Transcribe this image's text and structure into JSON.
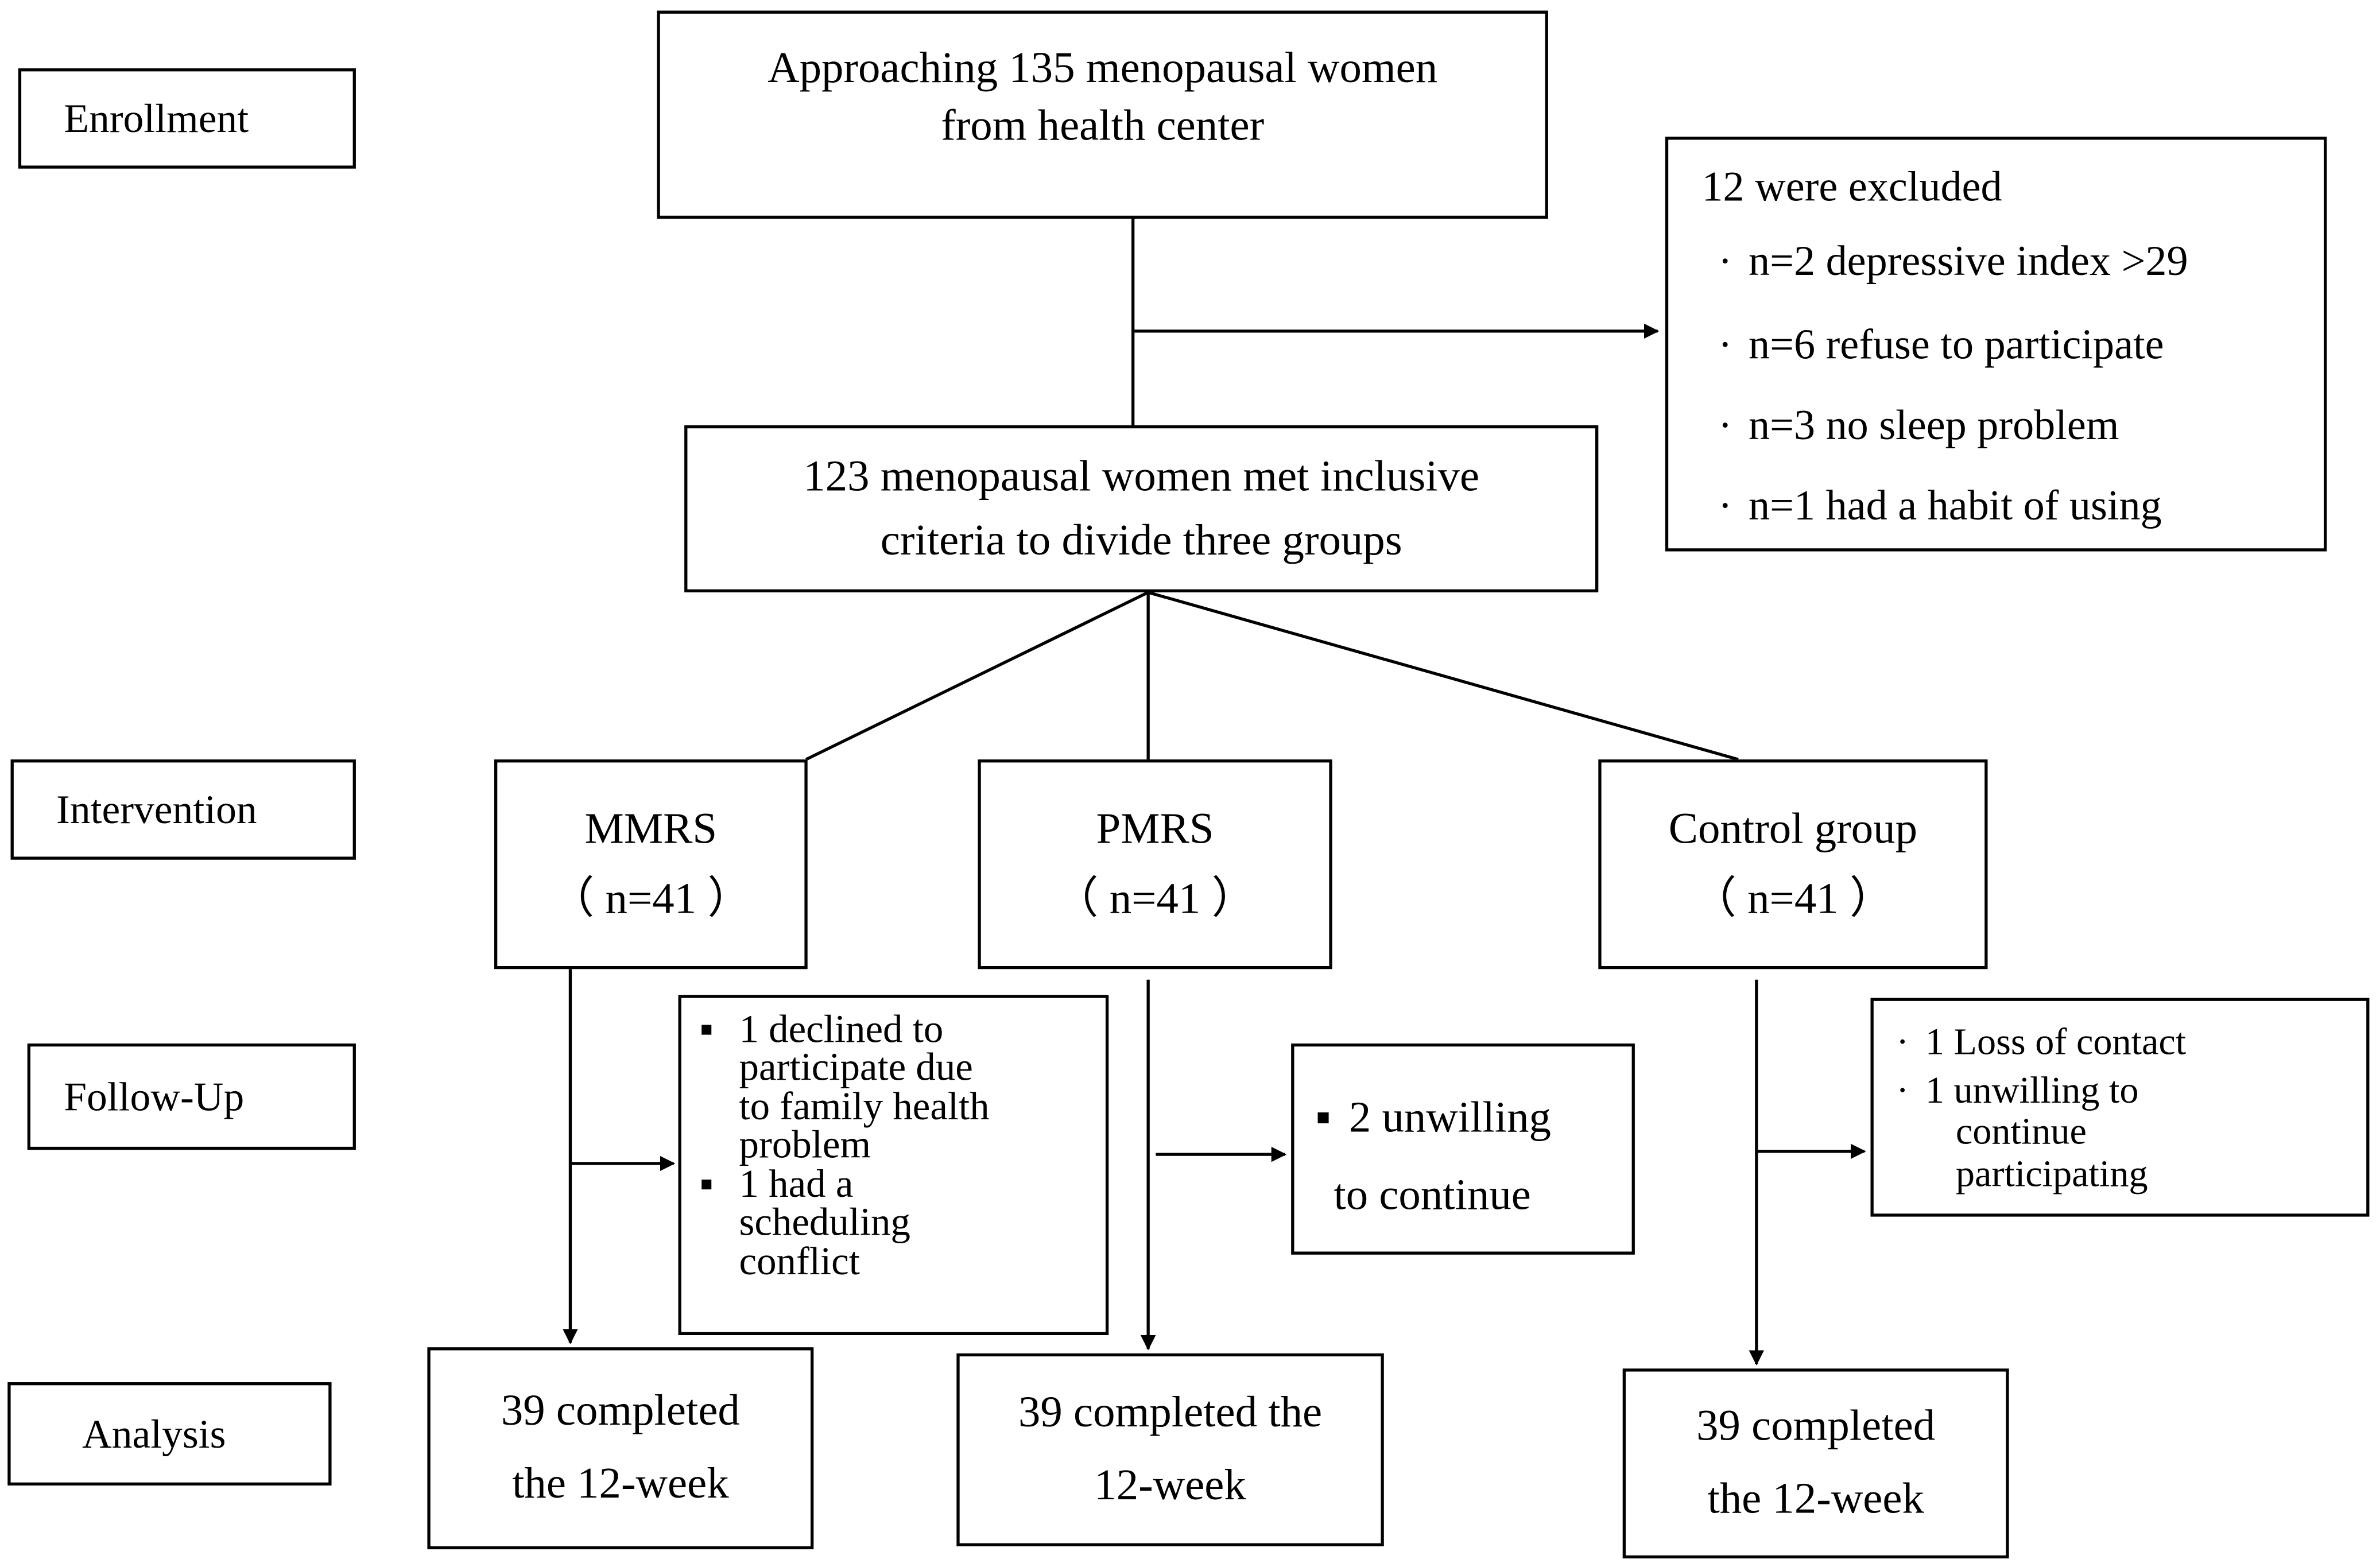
{
  "stages": {
    "enrollment": "Enrollment",
    "intervention": "Intervention",
    "followup": "Follow-Up",
    "analysis": "Analysis"
  },
  "approach": {
    "line1": "Approaching 135 menopausal women",
    "line2": "from health center"
  },
  "excluded": {
    "title": "12 were excluded",
    "bullet": "·",
    "items": [
      "n=2 depressive index >29",
      "n=6 refuse to participate",
      "n=3 no sleep problem",
      "n=1 had a habit of using"
    ]
  },
  "eligible": {
    "line1": "123 menopausal women met inclusive",
    "line2": "criteria to divide three groups"
  },
  "groups": [
    {
      "name": "MMRS",
      "n": "（ n=41 ）"
    },
    {
      "name": "PMRS",
      "n": "（ n=41 ）"
    },
    {
      "name": "Control group",
      "n": "（ n=41 ）"
    }
  ],
  "followup": {
    "mmrs": {
      "bullet": "▪",
      "items": [
        [
          "1 declined to",
          "participate due",
          "to family health",
          "problem"
        ],
        [
          "1 had a",
          "scheduling",
          "conflict"
        ]
      ]
    },
    "pmrs": {
      "bullet": "▪",
      "line1": "2 unwilling",
      "line2": "to continue"
    },
    "control": {
      "bullet": "·",
      "items": [
        [
          "1 Loss of contact"
        ],
        [
          "1 unwilling to",
          "continue",
          "participating"
        ]
      ]
    }
  },
  "analysis": [
    {
      "line1": "39 completed",
      "line2": "the 12-week"
    },
    {
      "line1": "39 completed the",
      "line2": "12-week"
    },
    {
      "line1": "39 completed",
      "line2": "the 12-week"
    }
  ]
}
